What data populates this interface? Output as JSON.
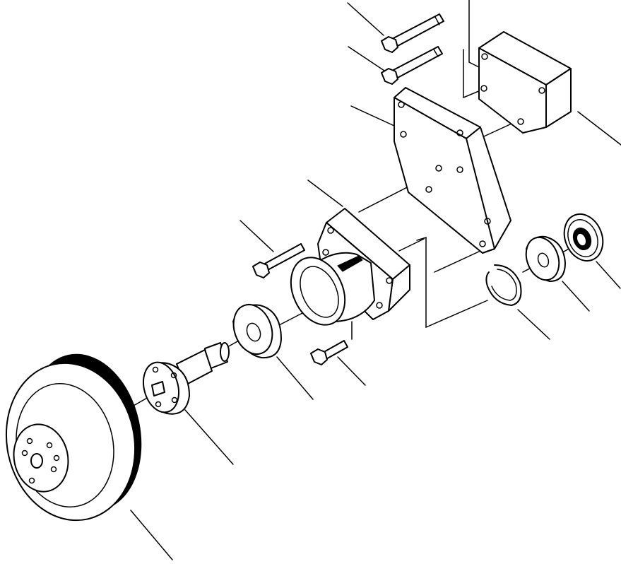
{
  "diagram": {
    "ink_color": "#000000",
    "background_color": "#ffffff",
    "parts": [
      {
        "id": "bolt-long-upper",
        "icon": "hex-bolt-icon"
      },
      {
        "id": "bolt-long-lower",
        "icon": "hex-bolt-icon"
      },
      {
        "id": "spacer-block",
        "icon": "block-icon"
      },
      {
        "id": "mounting-plate",
        "icon": "plate-icon"
      },
      {
        "id": "housing",
        "icon": "bearing-housing-icon"
      },
      {
        "id": "bolt-housing-left",
        "icon": "hex-bolt-icon"
      },
      {
        "id": "bolt-housing-lower",
        "icon": "hex-bolt-icon"
      },
      {
        "id": "bearing-front",
        "icon": "bearing-icon"
      },
      {
        "id": "shaft-hub",
        "icon": "shaft-icon"
      },
      {
        "id": "pulley",
        "icon": "pulley-icon"
      },
      {
        "id": "snap-ring",
        "icon": "snap-ring-icon"
      },
      {
        "id": "bearing-rear",
        "icon": "bearing-icon"
      },
      {
        "id": "seal",
        "icon": "seal-icon"
      }
    ]
  }
}
